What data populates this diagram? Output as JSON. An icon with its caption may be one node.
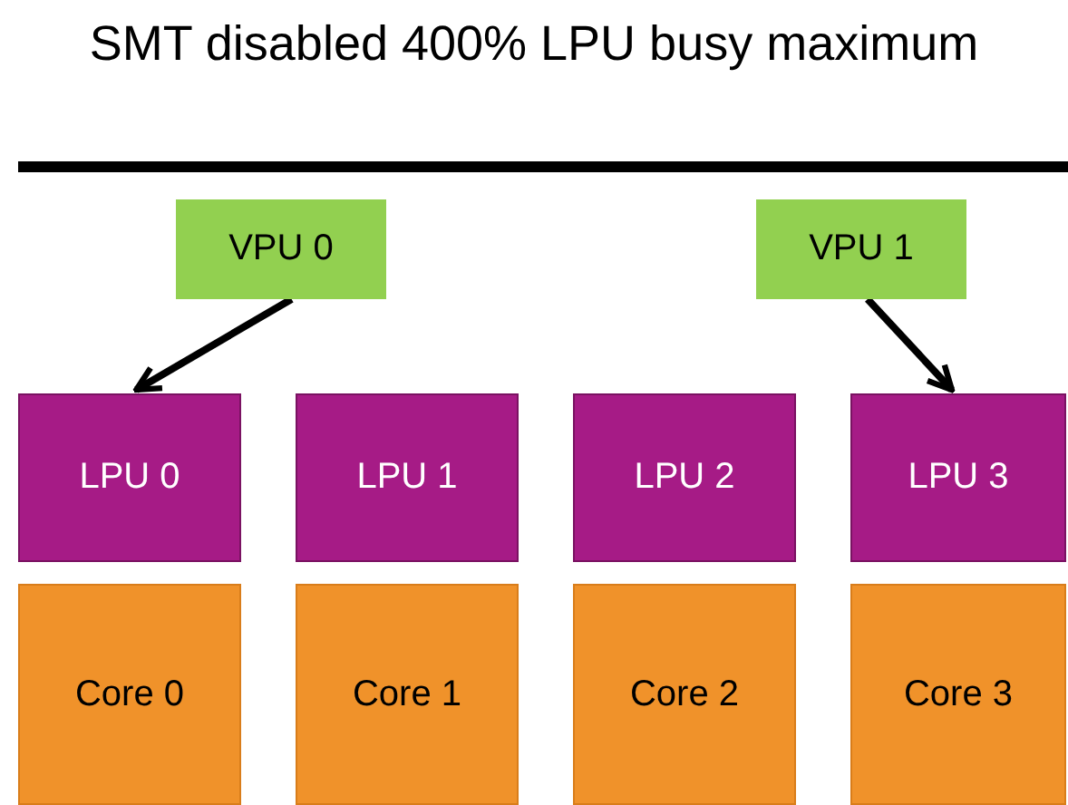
{
  "diagram": {
    "title": "SMT disabled 400% LPU busy maximum",
    "nodes": [
      {
        "text": [
          "VPU 0"
        ]
      },
      {
        "text": [
          "VPU 1"
        ]
      },
      {
        "text": [
          "LPU 0"
        ]
      },
      {
        "text": [
          "LPU 1"
        ]
      },
      {
        "text": [
          "LPU 2"
        ]
      },
      {
        "text": [
          "LPU 3"
        ]
      },
      {
        "text": [
          "Core 0"
        ]
      },
      {
        "text": [
          "Core 1"
        ]
      },
      {
        "text": [
          "Core 2"
        ]
      },
      {
        "text": [
          "Core 3"
        ]
      }
    ],
    "edges": [
      {
        "from": 0,
        "to": 2,
        "arrow": "to"
      },
      {
        "from": 1,
        "to": 5,
        "arrow": "to"
      }
    ]
  }
}
